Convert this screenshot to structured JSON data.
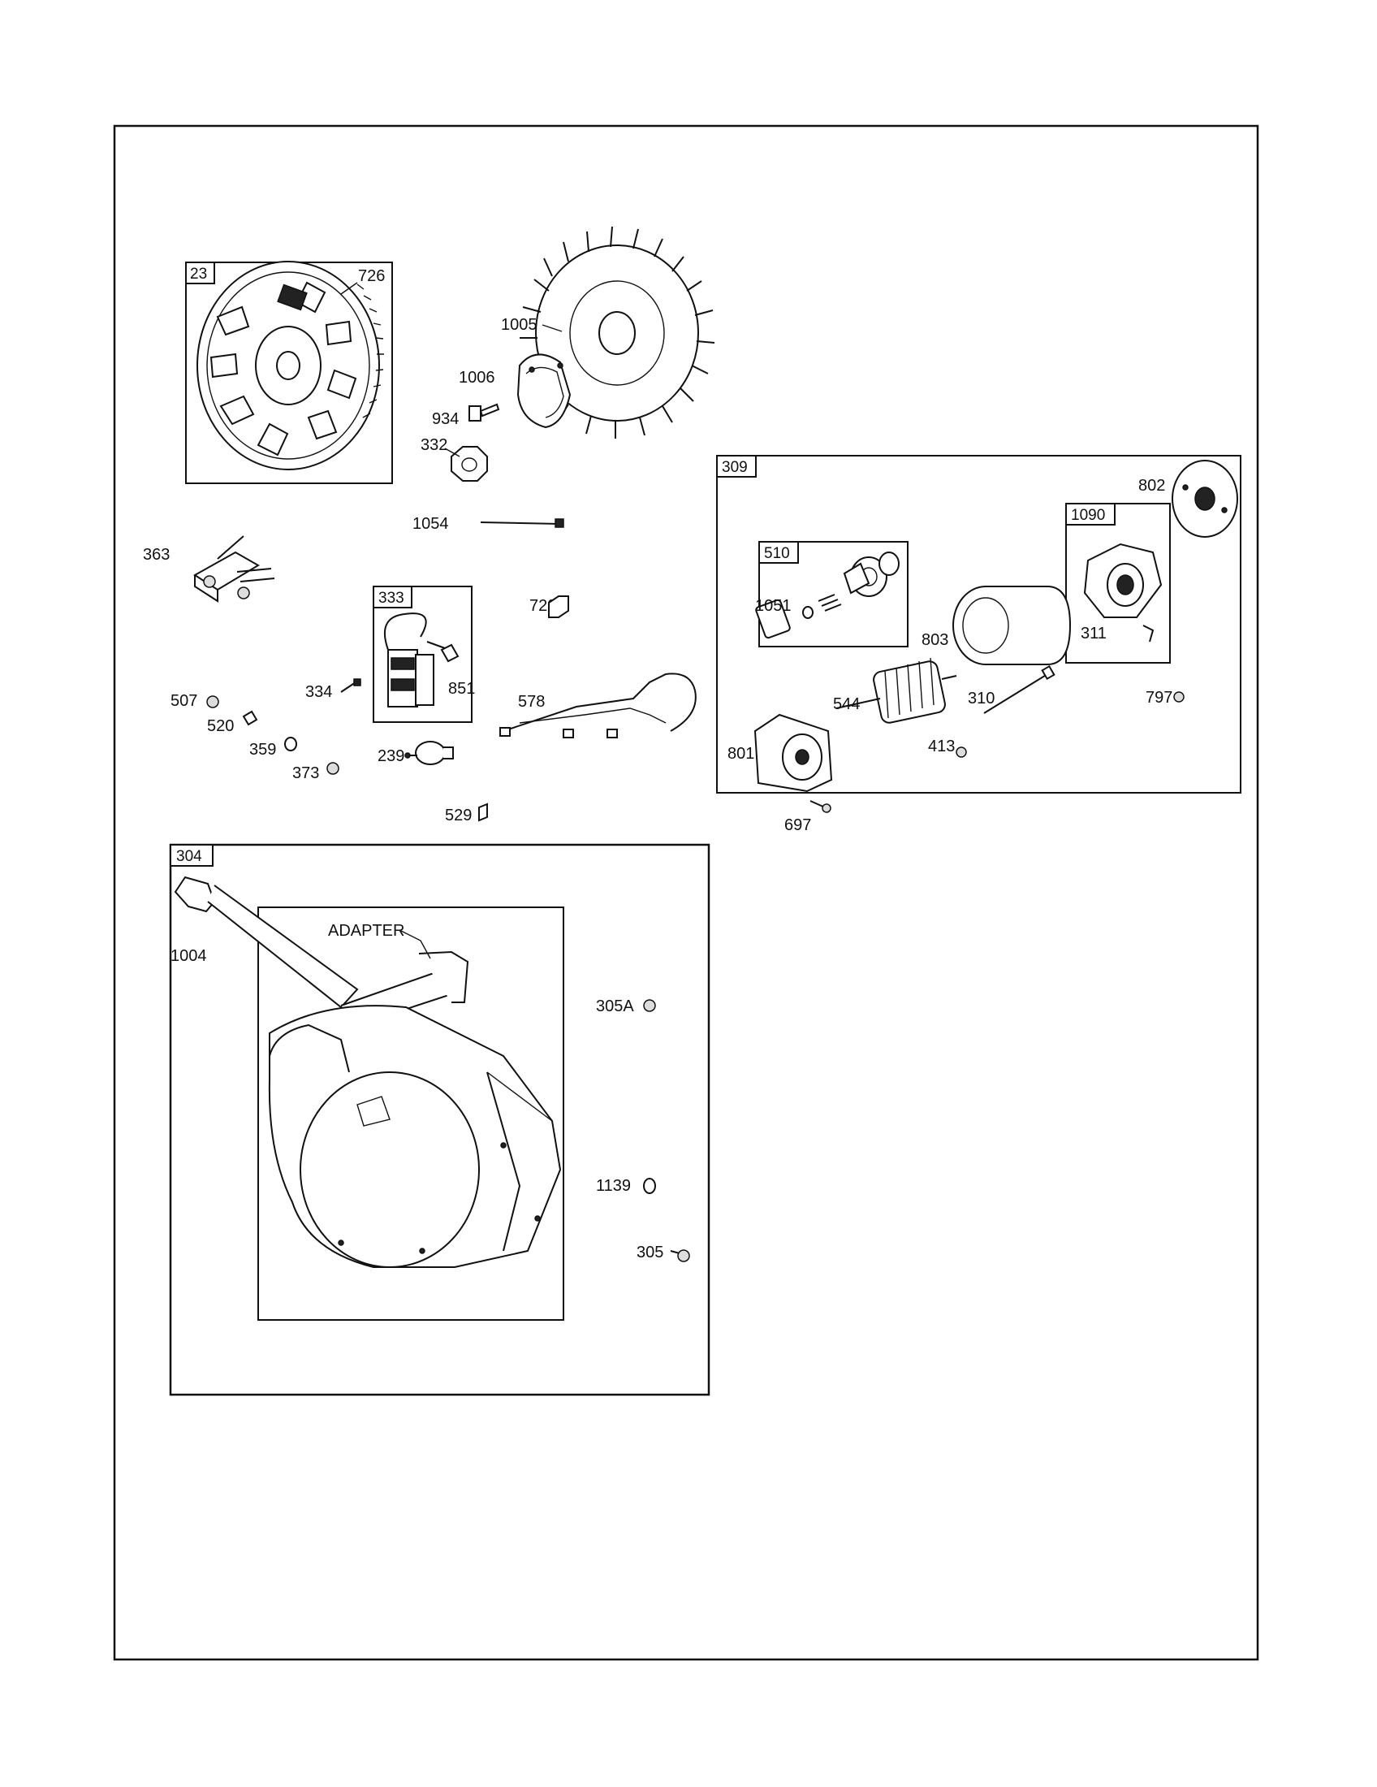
{
  "groups": {
    "g23": "23",
    "g309": "309",
    "g510": "510",
    "g1090": "1090",
    "g333": "333",
    "g304": "304"
  },
  "parts": {
    "p726": "726",
    "p1005": "1005",
    "p1006": "1006",
    "p934": "934",
    "p332": "332",
    "p1054": "1054",
    "p363": "363",
    "p729": "729",
    "p334": "334",
    "p851": "851",
    "p578": "578",
    "p507": "507",
    "p520": "520",
    "p359": "359",
    "p373": "373",
    "p239": "239",
    "p529": "529",
    "p802": "802",
    "p1051": "1051",
    "p803": "803",
    "p311": "311",
    "p544": "544",
    "p310": "310",
    "p797": "797",
    "p413": "413",
    "p801": "801",
    "p697": "697",
    "p1004": "1004",
    "p305A": "305A",
    "p1139": "1139",
    "p305": "305"
  },
  "annotations": {
    "adapter": "ADAPTER"
  }
}
